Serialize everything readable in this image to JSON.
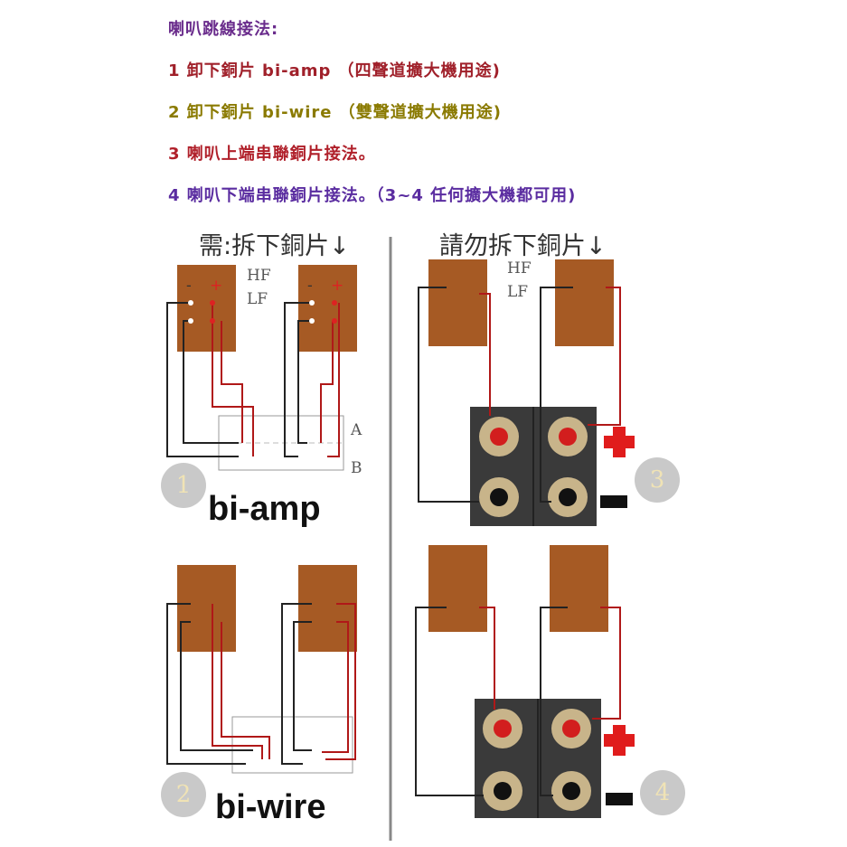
{
  "text": {
    "title": "喇叭跳線接法:",
    "item1": "1 卸下銅片 bi-amp （四聲道擴大機用途)",
    "item2": "2 卸下銅片 bi-wire （雙聲道擴大機用途)",
    "item3": "3 喇叭上端串聯銅片接法。",
    "item4": "4 喇叭下端串聯銅片接法。（3~4 任何擴大機都可用)"
  },
  "left_header": "需:拆下銅片↓",
  "right_header": "請勿拆下銅片↓",
  "labels": {
    "hf": "HF",
    "lf": "LF",
    "a": "A",
    "b": "B",
    "minus": "-",
    "plus": "+",
    "bi_amp": "bi-amp",
    "bi_wire": "bi-wire",
    "n1": "1",
    "n2": "2",
    "n3": "3",
    "n4": "4"
  },
  "colors": {
    "terminal_board": "#a65a24",
    "wire_black": "#222222",
    "wire_red": "#b01818",
    "amp_panel": "#3a3a3a",
    "divider": "#888888"
  }
}
